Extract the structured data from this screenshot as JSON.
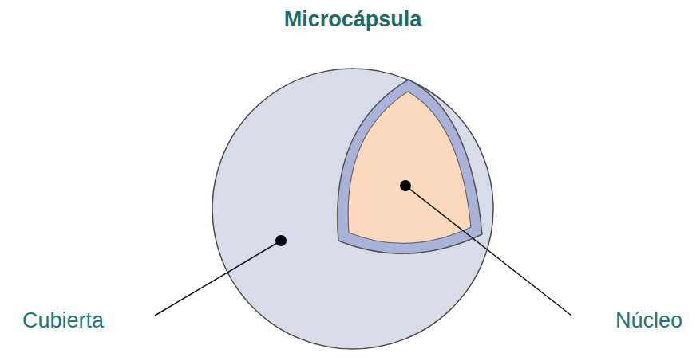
{
  "diagram": {
    "title": "Microcápsula",
    "labels": [
      "Cubierta",
      "Núcleo"
    ]
  }
}
